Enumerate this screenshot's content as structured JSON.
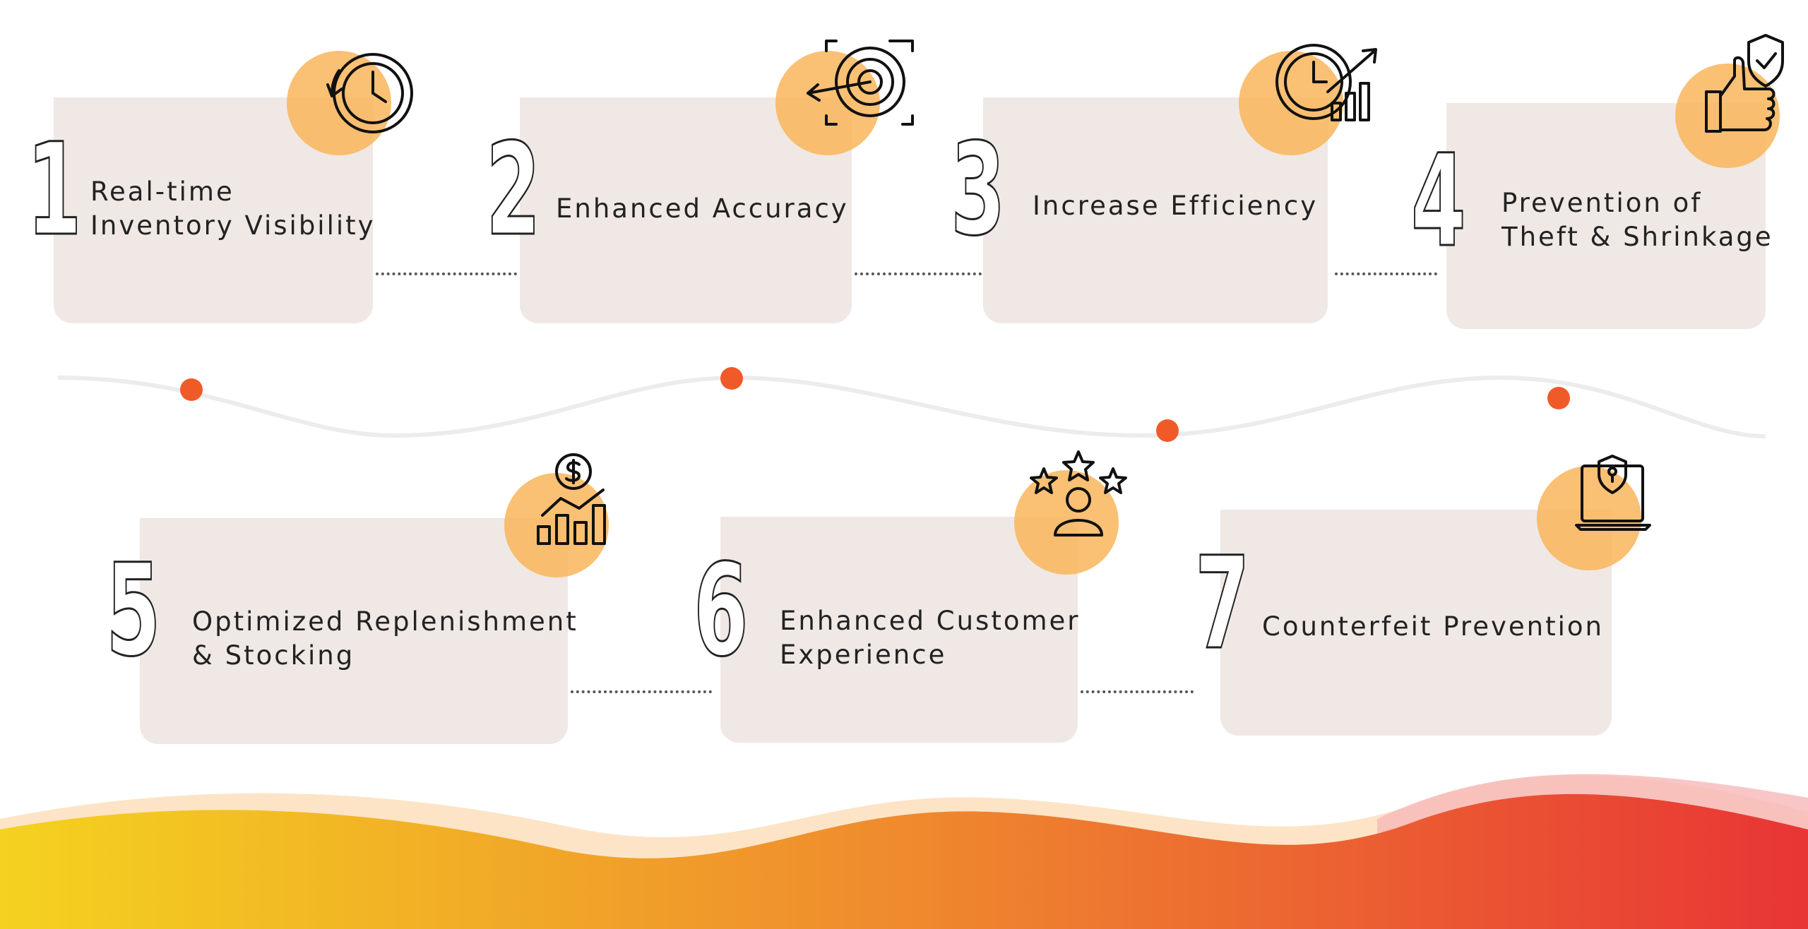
{
  "steps": [
    {
      "number": "1",
      "label": "Real-time\nInventory Visibility",
      "icon": "clock-refresh-icon"
    },
    {
      "number": "2",
      "label": "Enhanced Accuracy",
      "icon": "target-arrow-icon"
    },
    {
      "number": "3",
      "label": "Increase Efficiency",
      "icon": "clock-growth-chart-icon"
    },
    {
      "number": "4",
      "label": "Prevention of\nTheft & Shrinkage",
      "icon": "thumbs-up-shield-icon"
    },
    {
      "number": "5",
      "label": "Optimized Replenishment\n& Stocking",
      "icon": "dollar-bar-chart-icon"
    },
    {
      "number": "6",
      "label": "Enhanced Customer\nExperience",
      "icon": "customer-stars-icon"
    },
    {
      "number": "7",
      "label": "Counterfeit Prevention",
      "icon": "laptop-shield-icon"
    }
  ],
  "colors": {
    "card": "#efe8e4",
    "circle": "#f9b55a",
    "marker": "#f05a28",
    "wave_start": "#f4d21f",
    "wave_mid": "#ef8a2e",
    "wave_end": "#e83535"
  }
}
